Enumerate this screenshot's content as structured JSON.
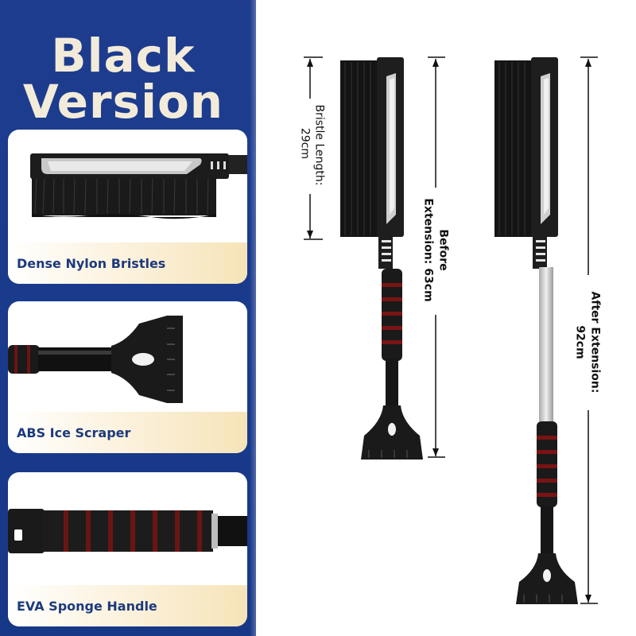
{
  "title": {
    "line1": "Black",
    "line2": "Version"
  },
  "features": [
    {
      "caption": "Dense Nylon Bristles",
      "icon": "brush-head-closeup"
    },
    {
      "caption": "ABS Ice Scraper",
      "icon": "ice-scraper-closeup"
    },
    {
      "caption": "EVA Sponge Handle",
      "icon": "sponge-handle-closeup"
    }
  ],
  "dimensions": {
    "bristle_line1": "Bristle Length:",
    "bristle_line2": "29cm",
    "before_line1": "Before",
    "before_line2": "Extension: 63cm",
    "after_line1": "After Extension:",
    "after_line2": "92cm"
  },
  "colors": {
    "panel_blue": "#1a3a8c",
    "title_cream": "#f3ebd9",
    "caption_text": "#1d3a7c",
    "grip_red": "#8b1a1a"
  }
}
